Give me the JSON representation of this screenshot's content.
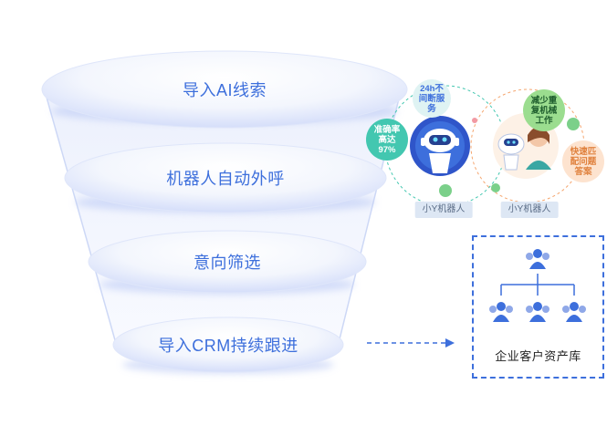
{
  "funnel": {
    "layers": [
      {
        "label": "导入AI线索"
      },
      {
        "label": "机器人自动外呼"
      },
      {
        "label": "意向筛选"
      },
      {
        "label": "导入CRM持续跟进"
      }
    ]
  },
  "robots": {
    "bubbles": {
      "b24h": "24h不间断服务",
      "accuracy": "准确率高达97%",
      "reduce": "减少重复机械工作",
      "match": "快速匹配问题答案"
    },
    "tags": [
      "小Y机器人",
      "小Y机器人"
    ]
  },
  "database": {
    "label": "企业客户资产库"
  },
  "colors": {
    "accent": "#3d6fdc",
    "teal": "#43c7b0",
    "orange": "#f5a66f",
    "green": "#7bd08a",
    "pink": "#f29aa4"
  }
}
